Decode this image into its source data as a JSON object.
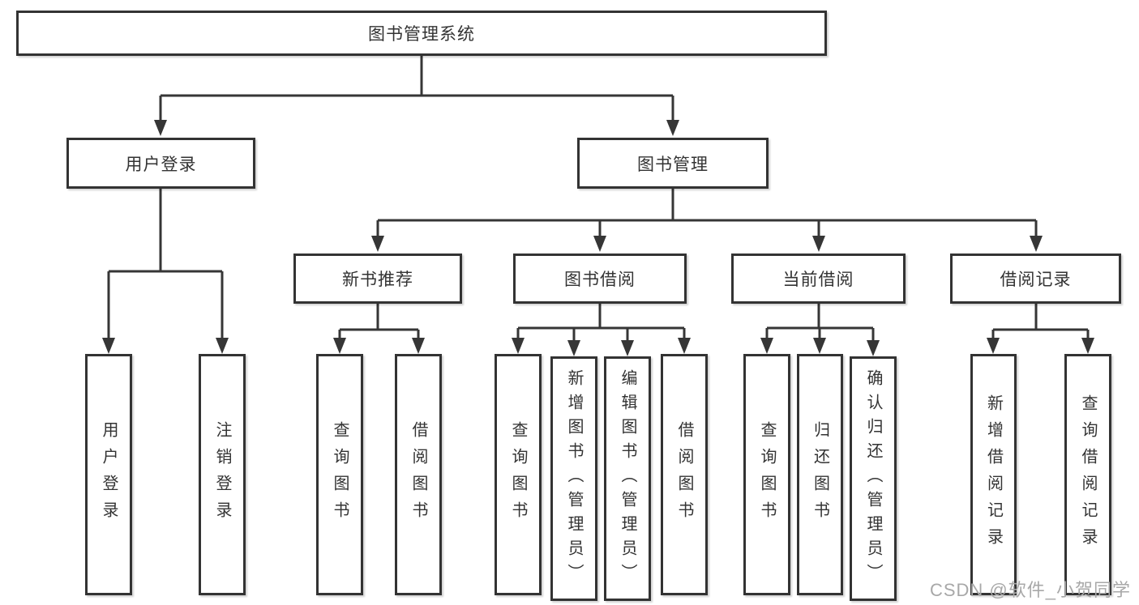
{
  "diagram_title": "图书管理系统",
  "watermark": "CSDN @软件_小贺同学",
  "colors": {
    "line": "#363636",
    "box_border": "#333333",
    "box_fill": "#ffffff",
    "text": "#333333",
    "watermark": "#a8a8a8"
  },
  "tree": {
    "label": "图书管理系统",
    "children": [
      {
        "label": "用户登录",
        "children": [
          {
            "label": "用户登录"
          },
          {
            "label": "注销登录"
          }
        ]
      },
      {
        "label": "图书管理",
        "children": [
          {
            "label": "新书推荐",
            "children": [
              {
                "label": "查询图书"
              },
              {
                "label": "借阅图书"
              }
            ]
          },
          {
            "label": "图书借阅",
            "children": [
              {
                "label": "查询图书"
              },
              {
                "label": "新增图书（管理员）"
              },
              {
                "label": "编辑图书（管理员）"
              },
              {
                "label": "借阅图书"
              }
            ]
          },
          {
            "label": "当前借阅",
            "children": [
              {
                "label": "查询图书"
              },
              {
                "label": "归还图书"
              },
              {
                "label": "确认归还（管理员）"
              }
            ]
          },
          {
            "label": "借阅记录",
            "children": [
              {
                "label": "新增借阅记录"
              },
              {
                "label": "查询借阅记录"
              }
            ]
          }
        ]
      }
    ]
  }
}
